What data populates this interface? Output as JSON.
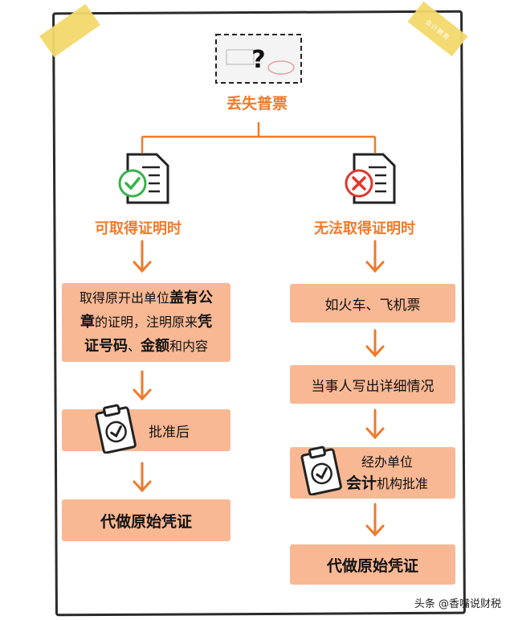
{
  "tape_logo_text": "会计教育",
  "root": {
    "label": "丢失普票"
  },
  "left": {
    "heading": "可取得证明时",
    "step1": {
      "line1": "取得原开出单位",
      "line1_bold": "盖有公",
      "line2_bold": "章",
      "line2": "的证明，注明原来",
      "line2_bold2": "凭",
      "line3_bold": "证号码",
      "line3": "、",
      "line3_bold2": "金额",
      "line3_end": "和内容"
    },
    "step2": "批准后",
    "step3": "代做原始凭证"
  },
  "right": {
    "heading": "无法取得证明时",
    "step1": "如火车、飞机票",
    "step2": "当事人写出详细情况",
    "step3": {
      "line1": "经办单位",
      "line2_bold": "会计",
      "line2": "机构批准"
    },
    "step4": "代做原始凭证"
  },
  "watermark": "头条 @香嘴说财税",
  "colors": {
    "accent": "#f07a2a",
    "box": "#f9b894",
    "check": "#36b34a",
    "cross": "#e0362c"
  }
}
